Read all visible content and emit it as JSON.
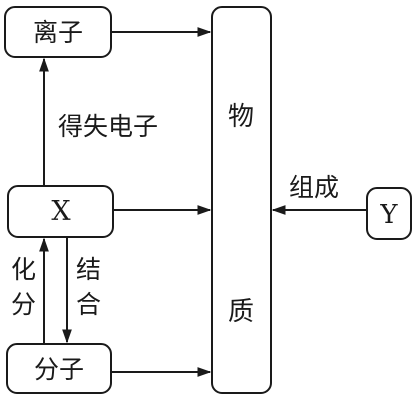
{
  "nodes": {
    "ion": "离子",
    "x": "X",
    "molecule": "分子",
    "y": "Y",
    "substance_top": "物",
    "substance_bottom": "质"
  },
  "edges": {
    "gain_lose_electrons": "得失电子",
    "split_1": "化",
    "split_2": "分",
    "combine_1": "结",
    "combine_2": "合",
    "compose": "组成"
  },
  "colors": {
    "ink": "#1a1a1a",
    "background": "#ffffff"
  }
}
